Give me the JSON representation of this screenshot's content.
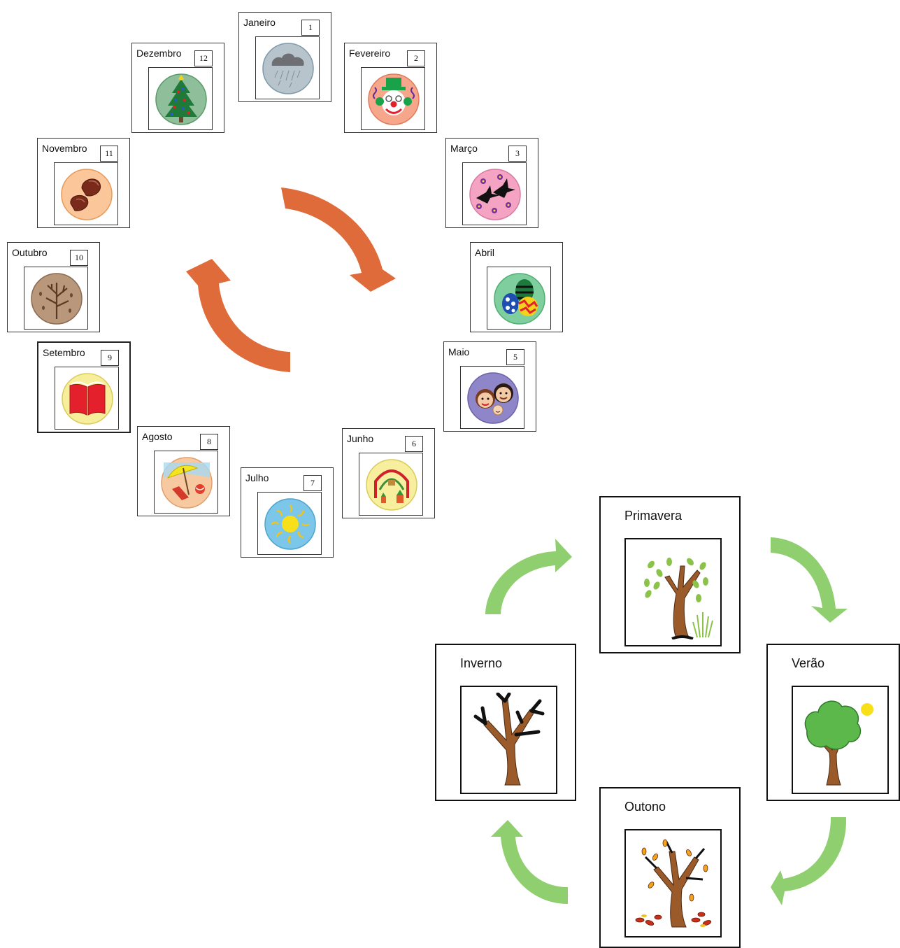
{
  "months": [
    {
      "name": "Janeiro",
      "number": "1",
      "icon": "rain-cloud-icon"
    },
    {
      "name": "Fevereiro",
      "number": "2",
      "icon": "clown-icon"
    },
    {
      "name": "Março",
      "number": "3",
      "icon": "swallows-flowers-icon"
    },
    {
      "name": "Abril",
      "number": "",
      "icon": "easter-eggs-icon"
    },
    {
      "name": "Maio",
      "number": "5",
      "icon": "family-icon"
    },
    {
      "name": "Junho",
      "number": "6",
      "icon": "saints-festival-icon"
    },
    {
      "name": "Julho",
      "number": "7",
      "icon": "sun-icon"
    },
    {
      "name": "Agosto",
      "number": "8",
      "icon": "beach-umbrella-icon"
    },
    {
      "name": "Setembro",
      "number": "9",
      "icon": "book-icon"
    },
    {
      "name": "Outubro",
      "number": "10",
      "icon": "bare-tree-icon"
    },
    {
      "name": "Novembro",
      "number": "11",
      "icon": "chestnuts-icon"
    },
    {
      "name": "Dezembro",
      "number": "12",
      "icon": "christmas-tree-icon"
    }
  ],
  "seasons": [
    {
      "name": "Primavera",
      "icon": "spring-tree-icon"
    },
    {
      "name": "Verão",
      "icon": "summer-tree-icon"
    },
    {
      "name": "Outono",
      "icon": "autumn-tree-icon"
    },
    {
      "name": "Inverno",
      "icon": "winter-tree-icon"
    }
  ],
  "colors": {
    "month_arrows": "#e06b3a",
    "season_arrows": "#8fcf6f",
    "trunk": "#9b5a2a"
  }
}
